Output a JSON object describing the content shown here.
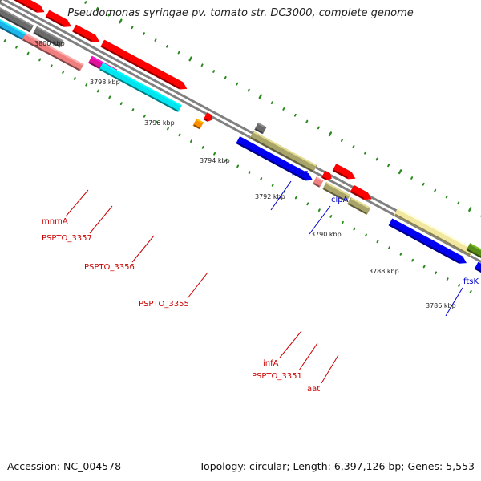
{
  "title": "Pseudomonas syringae pv. tomato str. DC3000, complete genome",
  "footer": {
    "accession_label": "Accession:",
    "accession": "NC_004578",
    "topology_label": "Topology:",
    "topology": "circular",
    "length_label": "Length:",
    "length": "6,397,126 bp",
    "genes_label": "Genes:",
    "genes": "5,553"
  },
  "ticks": [
    "3800 kbp",
    "3798 kbp",
    "3796 kbp",
    "3794 kbp",
    "3792 kbp",
    "3790 kbp",
    "3788 kbp",
    "3786 kbp"
  ],
  "colors": {
    "backbone": "#808080",
    "tick": "#2a8a1e",
    "red": "#ff0000",
    "cyan": "#00e5f0",
    "sky": "#1cb4ea",
    "blue": "#0000ee",
    "olive": "#a9a46a",
    "khaki": "#f2e7a0",
    "grey": "#6a6a6a",
    "pink": "#f08080",
    "magenta": "#e0129a",
    "orange": "#ff8c00",
    "green": "#5a8c1a",
    "label_red": "#cc0000",
    "label_blue": "#0000cc"
  },
  "gene_labels": [
    {
      "text": "mnmA",
      "color": "red"
    },
    {
      "text": "PSPTO_3357",
      "color": "red"
    },
    {
      "text": "PSPTO_3356",
      "color": "red"
    },
    {
      "text": "PSPTO_3355",
      "color": "red"
    },
    {
      "text": "infA",
      "color": "red"
    },
    {
      "text": "PSPTO_3351",
      "color": "red"
    },
    {
      "text": "aat",
      "color": "red"
    },
    {
      "text": "clpS",
      "color": "blue"
    },
    {
      "text": "clpA",
      "color": "blue"
    },
    {
      "text": "ftsK",
      "color": "blue"
    }
  ]
}
